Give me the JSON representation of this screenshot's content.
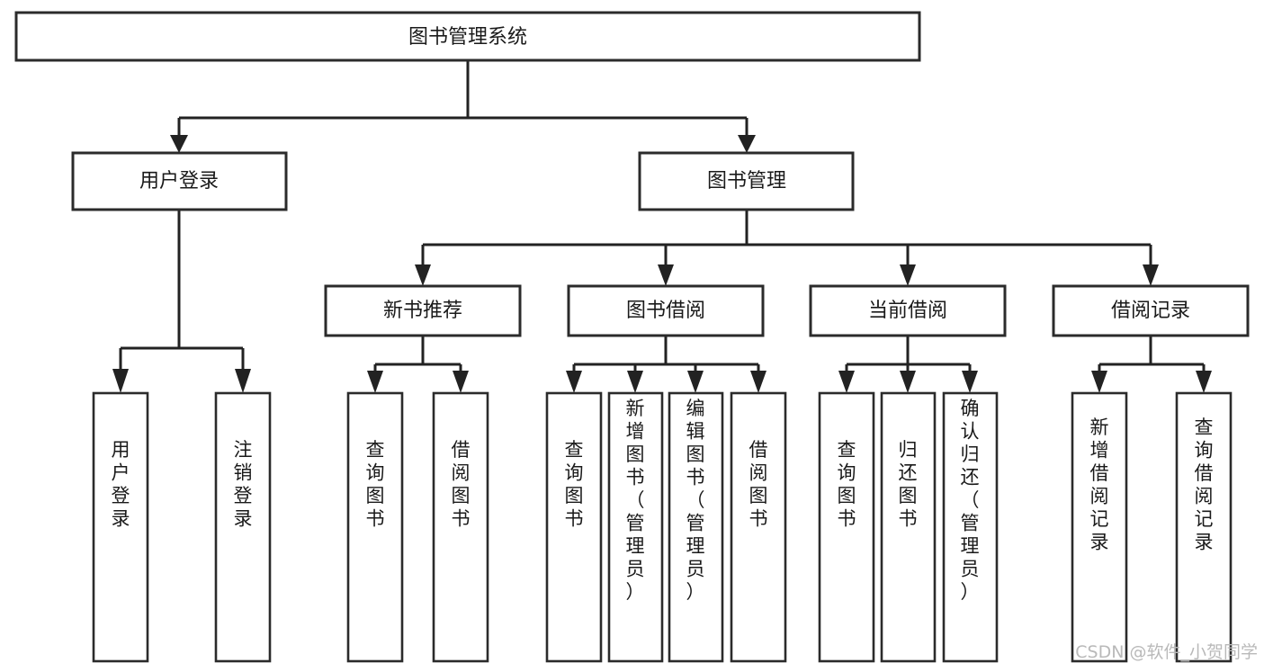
{
  "diagram": {
    "title": "图书管理系统",
    "type": "tree-hierarchy-diagram",
    "colors": {
      "box_stroke": "#2b2b2b",
      "connector": "#222222",
      "text": "#1a1a1a",
      "background": "#ffffff",
      "watermark": "#b9b9b9"
    },
    "root": {
      "label": "图书管理系统"
    },
    "level2": [
      {
        "label": "用户登录"
      },
      {
        "label": "图书管理"
      }
    ],
    "level3": [
      {
        "label": "新书推荐"
      },
      {
        "label": "图书借阅"
      },
      {
        "label": "当前借阅"
      },
      {
        "label": "借阅记录"
      }
    ],
    "leaves": {
      "user_login": [
        {
          "label": "用户登录"
        },
        {
          "label": "注销登录"
        }
      ],
      "new_book_recommend": [
        {
          "label": "查询图书"
        },
        {
          "label": "借阅图书"
        }
      ],
      "book_borrow": [
        {
          "label": "查询图书"
        },
        {
          "label": "新增图书（管理员）"
        },
        {
          "label": "编辑图书（管理员）"
        },
        {
          "label": "借阅图书"
        }
      ],
      "current_borrow": [
        {
          "label": "查询图书"
        },
        {
          "label": "归还图书"
        },
        {
          "label": "确认归还（管理员）"
        }
      ],
      "borrow_record": [
        {
          "label": "新增借阅记录"
        },
        {
          "label": "查询借阅记录"
        }
      ]
    }
  },
  "watermark": {
    "text": "CSDN @软件_小贺同学"
  }
}
